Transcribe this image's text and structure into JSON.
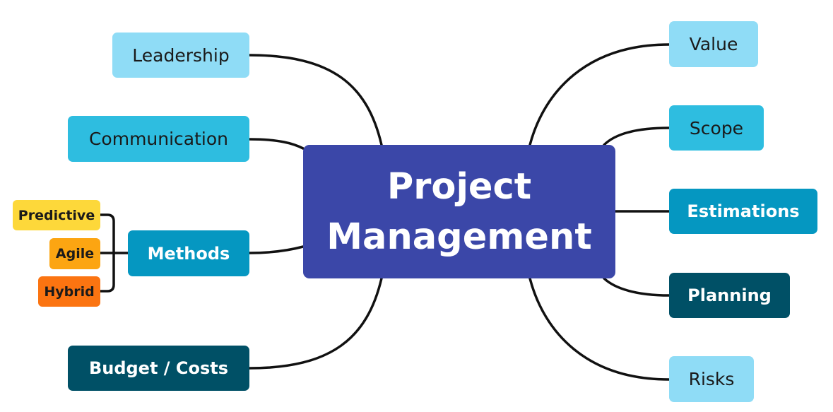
{
  "center": {
    "line1": "Project",
    "line2": "Management",
    "color": "#3b47a8",
    "text_color": "#ffffff"
  },
  "left_nodes": {
    "leadership": "Leadership",
    "communication": "Communication",
    "methods": "Methods",
    "budget": "Budget / Costs"
  },
  "method_types": {
    "predictive": "Predictive",
    "agile": "Agile",
    "hybrid": "Hybrid"
  },
  "right_nodes": {
    "value": "Value",
    "scope": "Scope",
    "estimations": "Estimations",
    "planning": "Planning",
    "risks": "Risks"
  },
  "colors": {
    "light_blue": "#8fdcf6",
    "cyan": "#2ebde0",
    "blue": "#0597c1",
    "dark_teal": "#005066",
    "predictive": "#fdd83a",
    "agile": "#fca512",
    "hybrid": "#fb7411",
    "connector": "#111111",
    "dark_text": "#1a1a1a",
    "light_text": "#ffffff"
  }
}
